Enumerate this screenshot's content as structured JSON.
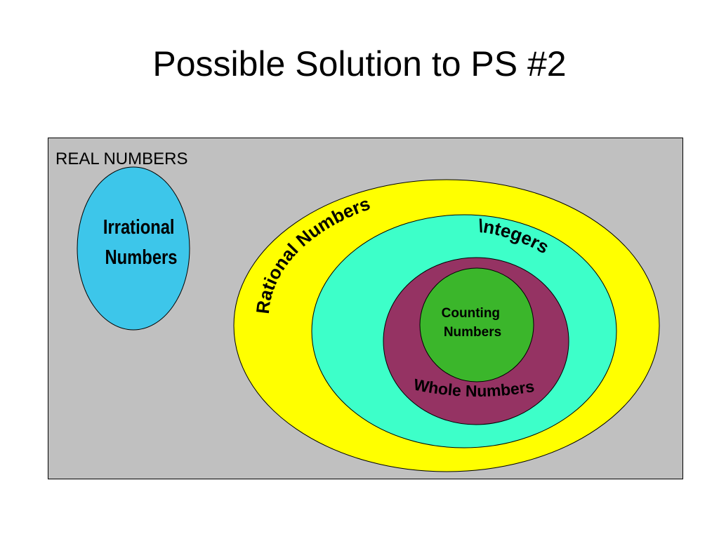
{
  "slide": {
    "title": "Possible Solution to PS #2"
  },
  "diagram": {
    "universe_label": "REAL NUMBERS",
    "irrational_line1": "Irrational",
    "irrational_line2": "Numbers",
    "rational_label": "Rational Numbers",
    "integers_label": "\\ntegers",
    "whole_label": "Whole Numbers",
    "counting_line1": "Counting",
    "counting_line2": "Numbers"
  },
  "colors": {
    "universe": "#c0c0c0",
    "irrational": "#3dc6ea",
    "rational": "#ffff00",
    "integers": "#3dffc9",
    "whole": "#953363",
    "counting": "#3bb62b"
  }
}
